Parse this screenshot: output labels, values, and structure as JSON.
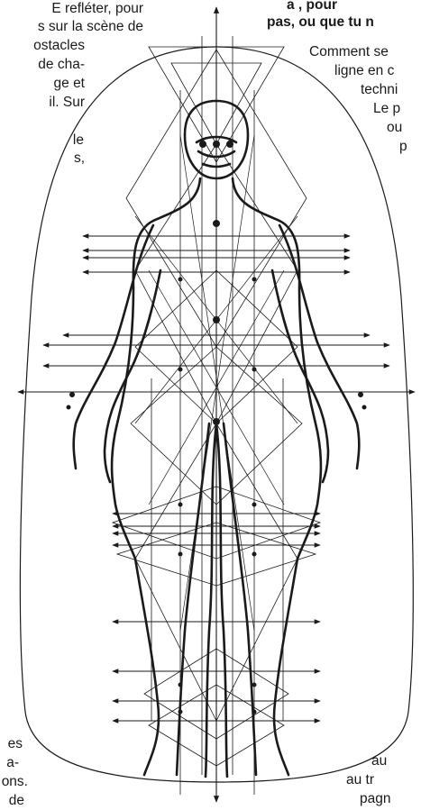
{
  "left_column_top": [
    "E refléter, pour",
    "s sur la scène de",
    "ostacles",
    "de cha-",
    "ge et",
    "il. Sur",
    "",
    "le",
    "s,"
  ],
  "right_column_top": {
    "heading": [
      "a , pour",
      "pas, ou que tu n"
    ],
    "lines": [
      "Comment se",
      "ligne en c",
      "techni",
      "Le p",
      "ou",
      "p"
    ]
  },
  "left_column_bottom": [
    "es",
    "a-",
    "ons.",
    "de"
  ],
  "right_column_bottom": [
    "au",
    "au tr",
    "pagn"
  ],
  "figure": {
    "subject": "body-energy-diagram",
    "colors": {
      "line": "#1a1a1a",
      "background": "#ffffff"
    }
  }
}
